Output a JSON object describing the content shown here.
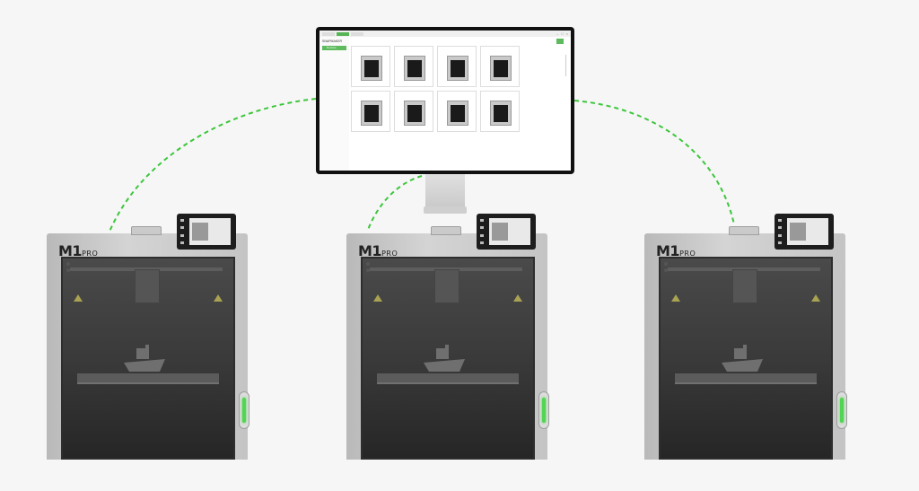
{
  "colors": {
    "link_line": "#3cc63c",
    "accent": "#5dbb5d",
    "background": "#f6f6f6"
  },
  "monitor": {
    "app": {
      "brand": "SNAPMAKER",
      "sidebar_items": [
        "Devices",
        "",
        "",
        "",
        ""
      ],
      "section_title": "",
      "cards": [
        "",
        "",
        "",
        "",
        "",
        "",
        "",
        ""
      ]
    }
  },
  "printers": [
    {
      "model": "M1",
      "model_sub": "PRO"
    },
    {
      "model": "M1",
      "model_sub": "PRO"
    },
    {
      "model": "M1",
      "model_sub": "PRO"
    }
  ]
}
